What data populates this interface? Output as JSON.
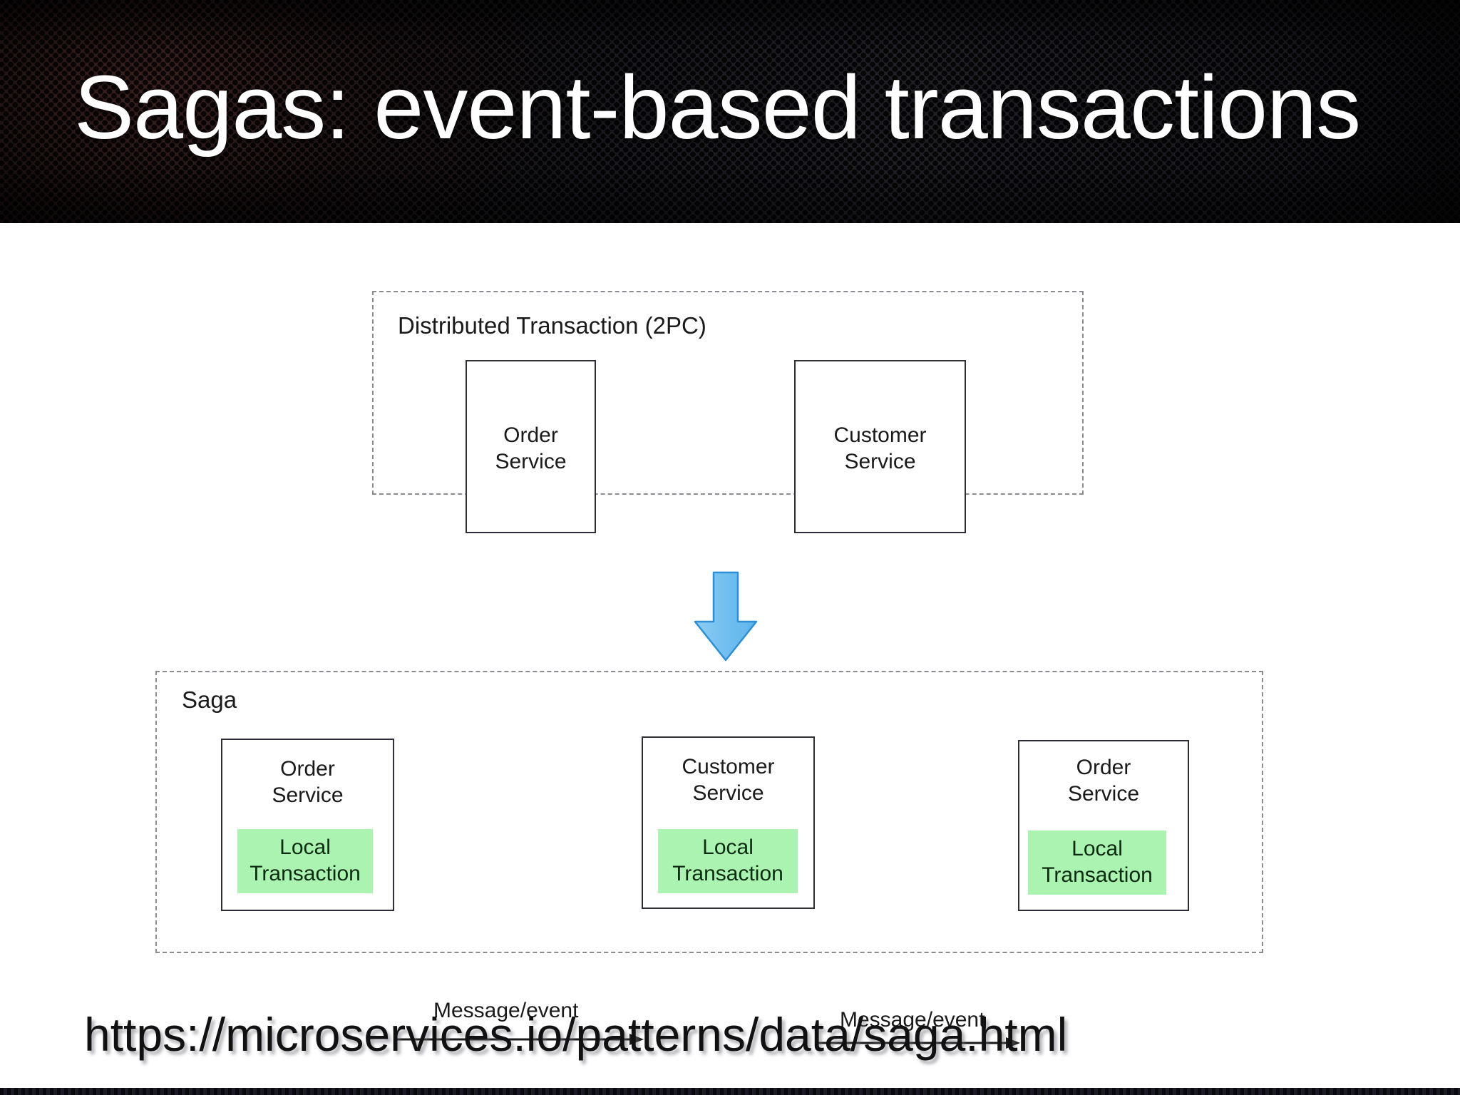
{
  "slide": {
    "title": "Sagas: event-based transactions",
    "source_url": "https://microservices.io/patterns/data/saga.html"
  },
  "colors": {
    "header_background": "#15151b",
    "header_tint": "#462222",
    "title_text": "#fefefe",
    "slide_background": "#ffffff",
    "dashed_border": "#8b8b92",
    "box_border": "#2e2e38",
    "local_transaction_fill": "#aaf3b0",
    "arrow_fill": "#6ec1f0",
    "arrow_stroke": "#2e8fd4",
    "connector_line": "#1a1a1a",
    "text": "#1a1a1a"
  },
  "diagram": {
    "top_group": {
      "label": "Distributed Transaction (2PC)",
      "services": [
        {
          "name": "Order\nService"
        },
        {
          "name": "Customer\nService"
        }
      ]
    },
    "transition": {
      "icon": "down-arrow-icon"
    },
    "bottom_group": {
      "label": "Saga",
      "services": [
        {
          "name": "Order\nService",
          "local_transaction": "Local\nTransaction"
        },
        {
          "name": "Customer\nService",
          "local_transaction": "Local\nTransaction"
        },
        {
          "name": "Order\nService",
          "local_transaction": "Local\nTransaction"
        }
      ],
      "connectors": [
        {
          "label": "Message/event"
        },
        {
          "label": "Message/event"
        }
      ]
    }
  }
}
